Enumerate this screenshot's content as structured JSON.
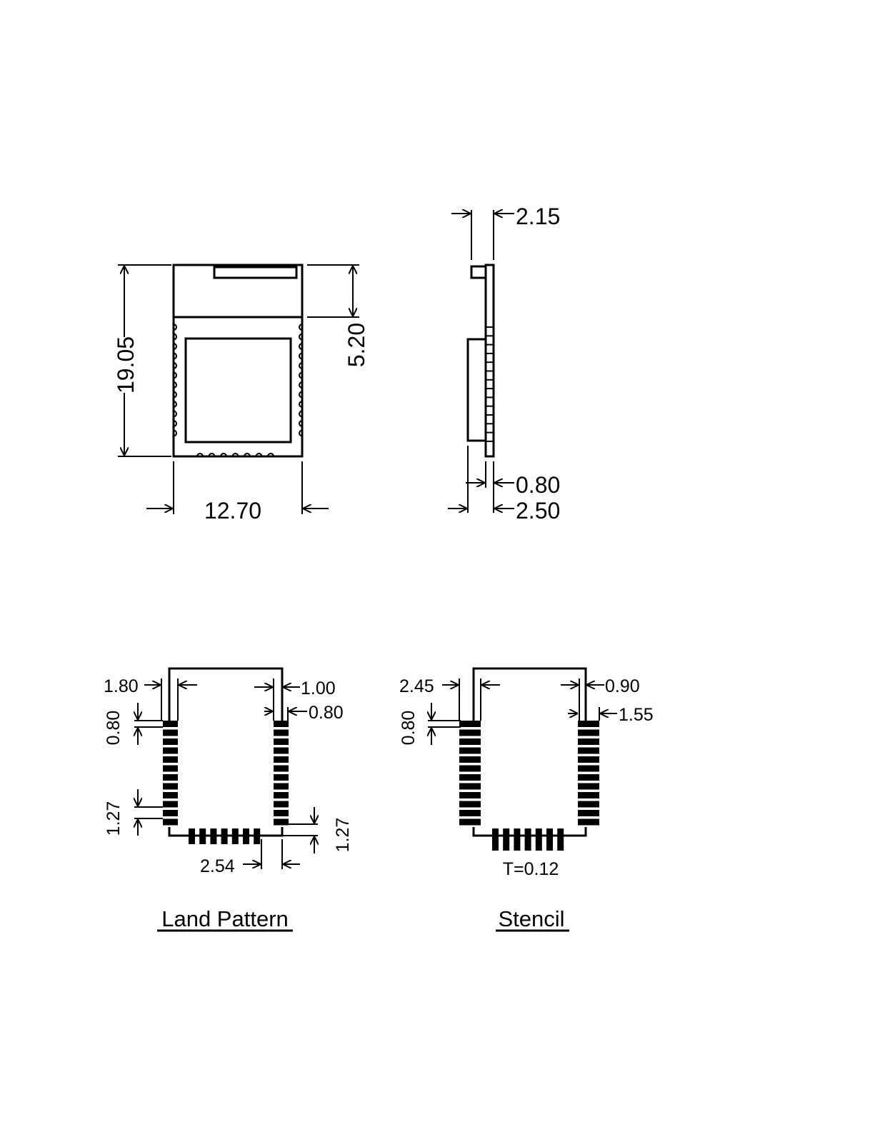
{
  "top_view": {
    "height_label": "19.05",
    "width_label": "12.70",
    "antenna_zone_label": "5.20"
  },
  "side_view": {
    "top_label": "2.15",
    "pcb_thickness_label": "0.80",
    "total_thickness_label": "2.50"
  },
  "land_pattern": {
    "title": "Land Pattern",
    "left_offset_label": "1.80",
    "right_offset_label": "1.00",
    "pad_width_label": "0.80",
    "pad_height_label": "0.80",
    "pitch_left_label": "1.27",
    "pitch_right_label": "1.27",
    "bottom_offset_label": "2.54"
  },
  "stencil": {
    "title": "Stencil",
    "left_offset_label": "2.45",
    "right_offset_label": "0.90",
    "pad_height_label": "0.80",
    "pad_width_label": "1.55",
    "thickness_label": "T=0.12"
  },
  "colors": {
    "ink": "#000000",
    "paper": "#ffffff"
  }
}
